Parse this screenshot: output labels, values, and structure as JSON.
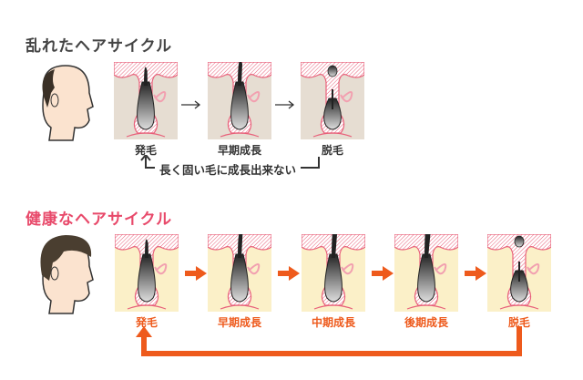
{
  "unhealthy": {
    "title": "乱れたヘアサイクル",
    "stages": [
      "発毛",
      "早期成長",
      "脱毛"
    ],
    "loop_text": "長く固い毛に成長出来ない",
    "panel_bg": "#e6ddd2"
  },
  "healthy": {
    "title": "健康なヘアサイクル",
    "stages": [
      "発毛",
      "早期成長",
      "中期成長",
      "後期成長",
      "脱毛"
    ],
    "panel_bg": "#fbf0c8"
  },
  "colors": {
    "accent": "#ee5a1c",
    "title_pink": "#e8496a",
    "follicle": "#e8607a"
  }
}
